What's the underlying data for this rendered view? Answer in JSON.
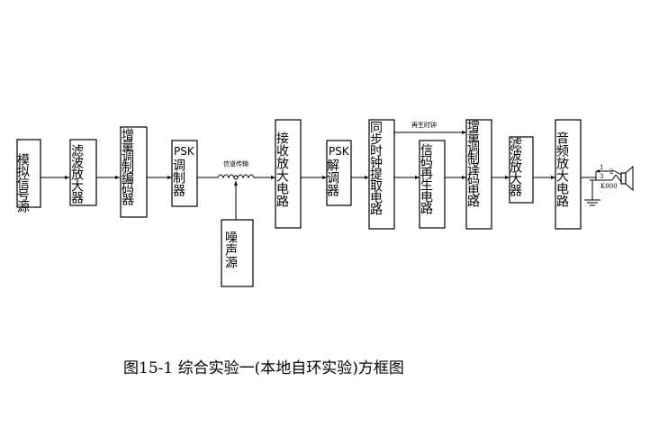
{
  "blocks": {
    "analog_source": "模拟信号源",
    "filter_amp_tx": "滤波放大器",
    "delta_encoder": "增量调制编码器",
    "psk_modulator_tag": "PSK",
    "psk_modulator": "调制器",
    "rx_amp": "接收放大电路",
    "psk_demod_tag": "PSK",
    "psk_demod": "解调器",
    "sync_clock": "同步时钟提取电路",
    "code_regen": "信码再生电路",
    "delta_decoder": "增量调制译码电路",
    "filter_amp_rx": "滤波放大器",
    "audio_amp": "音频放大电路",
    "noise_source": "噪声源"
  },
  "labels": {
    "channel": "信道传输",
    "regen_clock": "再生时钟",
    "pin1": "1",
    "pin2": "2",
    "pin3": "3",
    "part": "K000"
  },
  "caption": "图15-1    综合实验一(本地自环实验)方框图"
}
